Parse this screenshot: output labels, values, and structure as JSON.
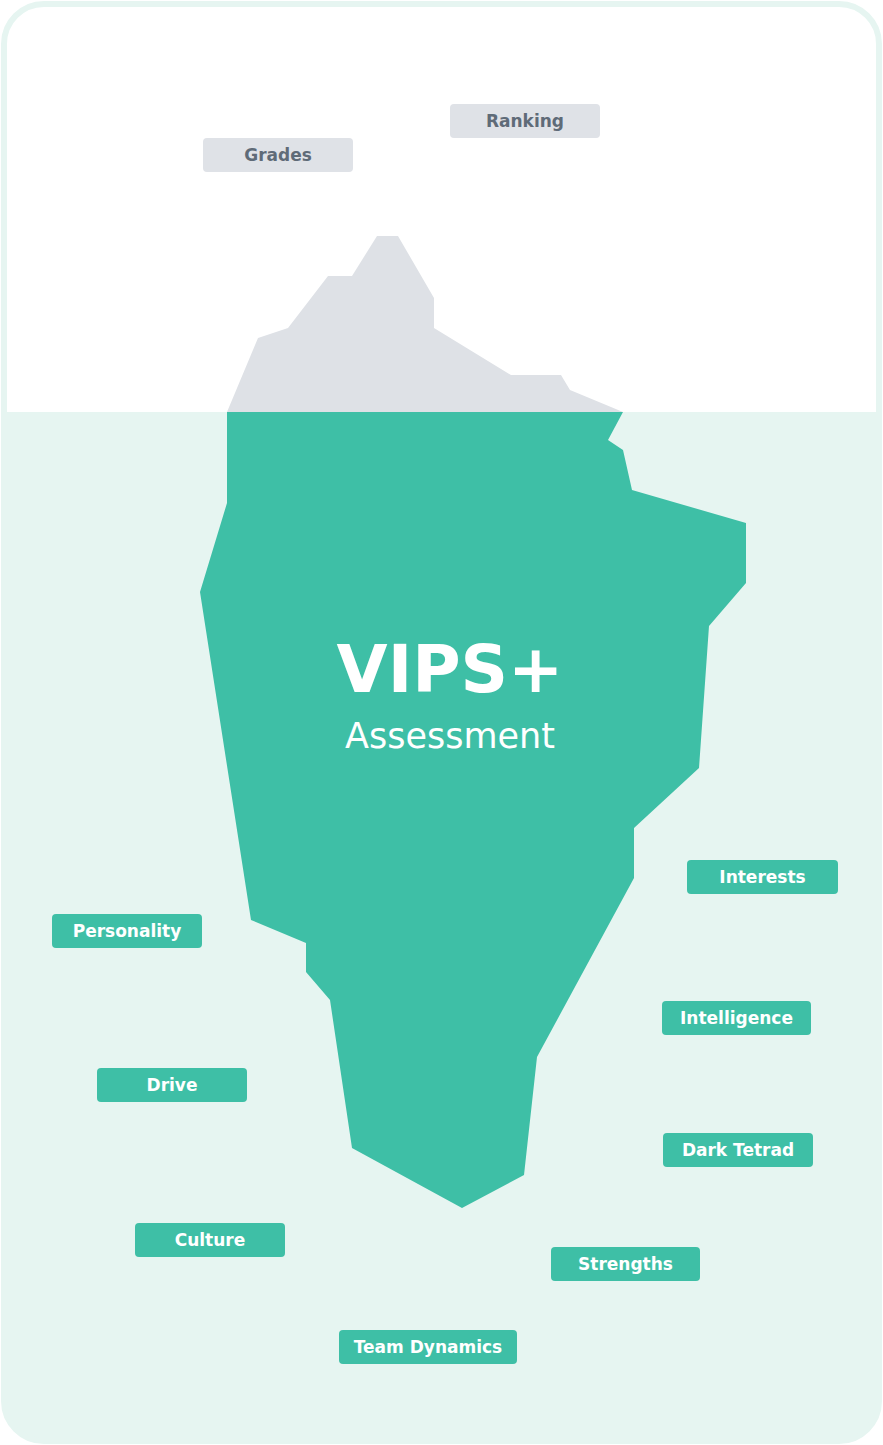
{
  "diagram": {
    "nodes": [
      {
        "text": [
          "Ranking"
        ]
      },
      {
        "text": [
          "Grades"
        ]
      },
      {
        "text": [
          "VIPS+",
          "Assessment"
        ]
      },
      {
        "text": [
          "Interests"
        ]
      },
      {
        "text": [
          "Personality"
        ]
      },
      {
        "text": [
          "Intelligence"
        ]
      },
      {
        "text": [
          "Drive"
        ]
      },
      {
        "text": [
          "Dark Tetrad"
        ]
      },
      {
        "text": [
          "Culture"
        ]
      },
      {
        "text": [
          "Strengths"
        ]
      },
      {
        "text": [
          "Team Dynamics"
        ]
      }
    ]
  }
}
